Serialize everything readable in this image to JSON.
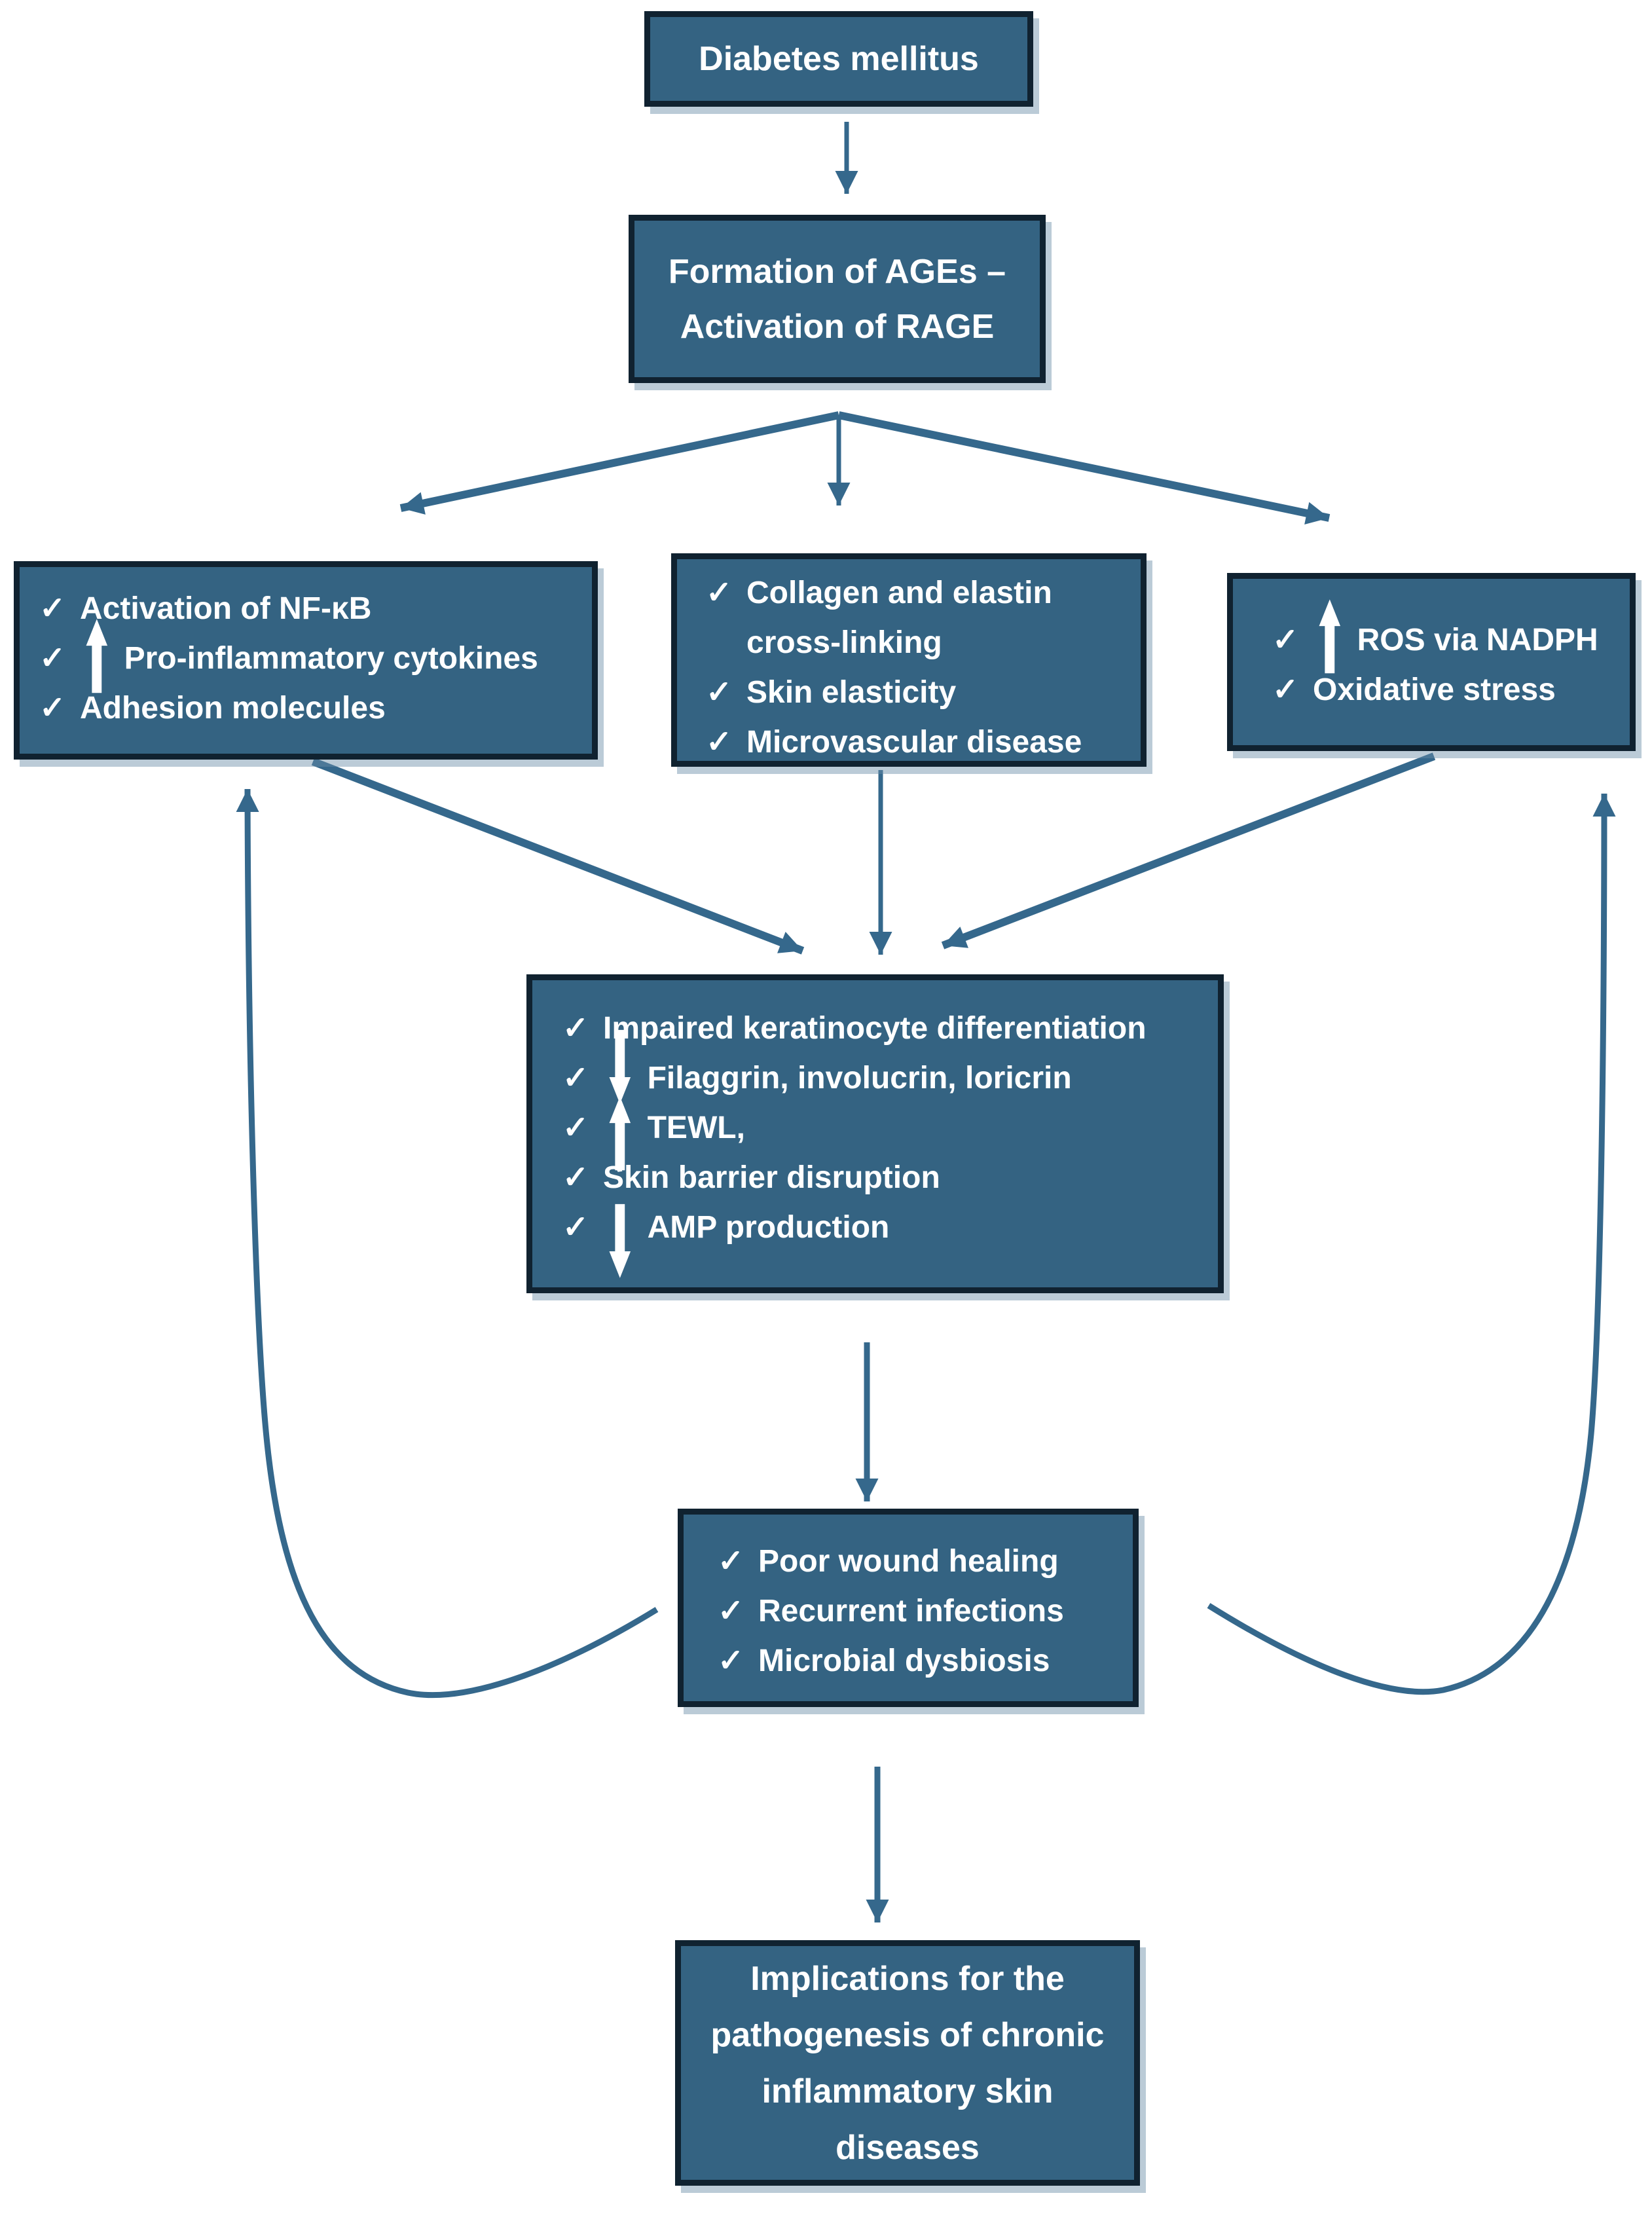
{
  "check_glyph": "✓",
  "icons": {
    "check": "✓",
    "up_arrow": "⬆",
    "down_arrow": "⬇"
  },
  "colors": {
    "box_fill": "#346382",
    "box_border": "#102230",
    "arrow": "#35688c",
    "text": "#ffffff",
    "bg": "#ffffff"
  },
  "boxes": {
    "diabetes": {
      "text": "Diabetes mellitus"
    },
    "ages": {
      "lines": [
        "Formation of AGEs –",
        "Activation of RAGE"
      ]
    },
    "nfkb": {
      "items": [
        {
          "glyph": "",
          "text": "Activation of NF-κB"
        },
        {
          "glyph": "⬆",
          "text": "Pro-inflammatory cytokines"
        },
        {
          "glyph": "",
          "text": "Adhesion molecules"
        }
      ]
    },
    "collagen": {
      "items": [
        {
          "glyph": "",
          "text": "Collagen and elastin cross-linking"
        },
        {
          "glyph": "",
          "text": "Skin elasticity"
        },
        {
          "glyph": "",
          "text": "Microvascular disease"
        }
      ]
    },
    "ros": {
      "items": [
        {
          "glyph": "⬆",
          "text": "ROS via NADPH"
        },
        {
          "glyph": "",
          "text": "Oxidative stress"
        }
      ]
    },
    "keratinocyte": {
      "items": [
        {
          "glyph": "",
          "text": "Impaired keratinocyte differentiation"
        },
        {
          "glyph": "⬇",
          "text": "Filaggrin, involucrin, loricrin"
        },
        {
          "glyph": "⬆",
          "text": "TEWL,"
        },
        {
          "glyph": "",
          "text": "Skin barrier disruption"
        },
        {
          "glyph": "⬇",
          "text": "AMP production"
        }
      ]
    },
    "wound": {
      "items": [
        {
          "glyph": "",
          "text": "Poor wound healing"
        },
        {
          "glyph": "",
          "text": "Recurrent infections"
        },
        {
          "glyph": "",
          "text": "Microbial dysbiosis"
        }
      ]
    },
    "implications": {
      "lines": [
        "Implications for the",
        "pathogenesis of chronic",
        "inflammatory skin",
        "diseases"
      ]
    }
  }
}
